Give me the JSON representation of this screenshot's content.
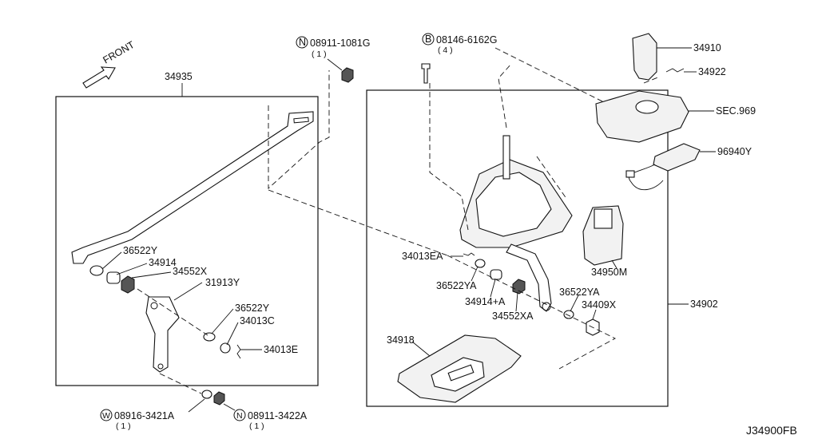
{
  "direction_label": "FRONT",
  "diagram_code": "J34900FB",
  "parts": {
    "p34935": "34935",
    "p36522y_a": "36522Y",
    "p34914": "34914",
    "p34552x": "34552X",
    "p31913y": "31913Y",
    "p36522y_b": "36522Y",
    "p34013c": "34013C",
    "p34013e": "34013E",
    "p34013ea": "34013EA",
    "p36522ya_a": "36522YA",
    "p34914a": "34914+A",
    "p34552xa": "34552XA",
    "p36522ya_b": "36522YA",
    "p34409x": "34409X",
    "p34950m": "34950M",
    "p34902": "34902",
    "p34918": "34918",
    "p34910": "34910",
    "p34922": "34922",
    "sec969": "SEC.969",
    "p96940y": "96940Y"
  },
  "fasteners": {
    "n_top": {
      "symbol": "N",
      "code": "08911-1081G",
      "qty": "( 1 )"
    },
    "b_top": {
      "symbol": "B",
      "code": "08146-6162G",
      "qty": "( 4 )"
    },
    "w_bottom": {
      "symbol": "W",
      "code": "08916-3421A",
      "qty": "( 1 )"
    },
    "n_bottom": {
      "symbol": "N",
      "code": "08911-3422A",
      "qty": "( 1 )"
    }
  }
}
